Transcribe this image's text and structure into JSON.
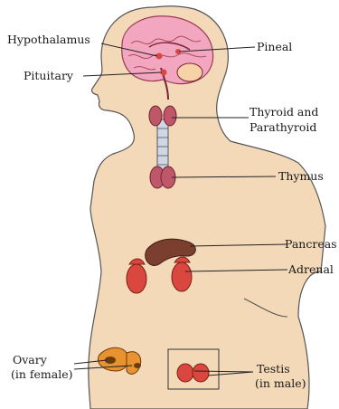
{
  "labels": {
    "hypothalamus": "Hypothalamus",
    "pituitary": "Pituitary",
    "pineal": "Pineal",
    "thyroid_line1": "Thyroid and",
    "thyroid_line2": "Parathyroid",
    "thymus": "Thymus",
    "pancreas": "Pancreas",
    "adrenal": "Adrenal",
    "ovary_line1": "Ovary",
    "ovary_line2": "(in female)",
    "testis_line1": "Testis",
    "testis_line2": "(in male)"
  },
  "colors": {
    "skin": "#f3d9b8",
    "skin_outline": "#555555",
    "brain": "#f3a6bf",
    "gland_red": "#d9473f",
    "pancreas": "#7a3f2e",
    "ovary": "#e8932f",
    "thymus": "#c0566a",
    "trachea": "#cfd6e6"
  }
}
